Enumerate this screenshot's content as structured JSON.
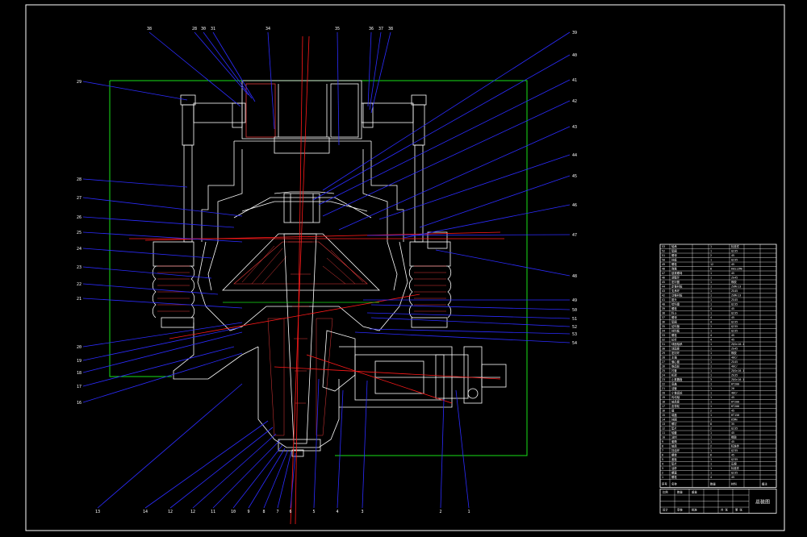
{
  "drawing": {
    "type": "cone crusher assembly drawing",
    "colors": {
      "background": "#000000",
      "frame": "#ffffff",
      "leader": "#2c2cff",
      "outline": "#ffffff",
      "center_line": "#ff1a1a",
      "boundary": "#18e018",
      "hatch": "#e23a3a"
    },
    "labels_top": [
      "38",
      "28",
      "30",
      "31",
      "34",
      "35",
      "36",
      "37",
      "38"
    ],
    "labels_left": [
      "29",
      "28",
      "27",
      "26",
      "25",
      "24",
      "23",
      "22",
      "21",
      "20",
      "19",
      "18",
      "17",
      "16"
    ],
    "labels_right": [
      "39",
      "40",
      "41",
      "42",
      "43",
      "44",
      "45",
      "46",
      "47",
      "48",
      "49",
      "50",
      "51",
      "52",
      "53",
      "54"
    ],
    "labels_bottom": [
      "13",
      "14",
      "12",
      "12",
      "11",
      "10",
      "9",
      "8",
      "7",
      "6",
      "5",
      "4",
      "3",
      "2",
      "1"
    ]
  },
  "parts_table": {
    "rows": [
      {
        "no": "53",
        "name": "轴承",
        "qty": "1",
        "material": "标准件"
      },
      {
        "no": "52",
        "name": "垫圈",
        "qty": "1",
        "material": "Q235"
      },
      {
        "no": "51",
        "name": "螺母",
        "qty": "2",
        "material": "45"
      },
      {
        "no": "50",
        "name": "挡板",
        "qty": "1",
        "material": "Q235"
      },
      {
        "no": "49",
        "name": "螺栓",
        "qty": "12",
        "material": "45"
      },
      {
        "no": "48",
        "name": "弹簧",
        "qty": "8",
        "material": "60Si2Mn"
      },
      {
        "no": "47",
        "name": "锁紧螺母",
        "qty": "1",
        "material": "45"
      },
      {
        "no": "46",
        "name": "调整环",
        "qty": "1",
        "material": "ZG45"
      },
      {
        "no": "45",
        "name": "密封圈",
        "qty": "1",
        "material": "橡胶"
      },
      {
        "no": "44",
        "name": "定锥衬板",
        "qty": "1",
        "material": "ZGMn13"
      },
      {
        "no": "43",
        "name": "支承环",
        "qty": "1",
        "material": "ZG45"
      },
      {
        "no": "42",
        "name": "动锥衬板",
        "qty": "1",
        "material": "ZGMn13"
      },
      {
        "no": "41",
        "name": "锥头",
        "qty": "1",
        "material": "ZG45"
      },
      {
        "no": "40",
        "name": "给料盘",
        "qty": "1",
        "material": "Q235"
      },
      {
        "no": "39",
        "name": "螺栓",
        "qty": "4",
        "material": "45"
      },
      {
        "no": "38",
        "name": "料斗",
        "qty": "1",
        "material": "Q235"
      },
      {
        "no": "37",
        "name": "螺母",
        "qty": "4",
        "material": "45"
      },
      {
        "no": "36",
        "name": "垫圈",
        "qty": "4",
        "material": "Q235"
      },
      {
        "no": "35",
        "name": "给料管",
        "qty": "1",
        "material": "Q235"
      },
      {
        "no": "34",
        "name": "挡料板",
        "qty": "1",
        "material": "Q235"
      },
      {
        "no": "33",
        "name": "螺栓",
        "qty": "4",
        "material": "45"
      },
      {
        "no": "32",
        "name": "拉杆",
        "qty": "4",
        "material": "45"
      },
      {
        "no": "31",
        "name": "球面轴承",
        "qty": "1",
        "material": "ZQSn10-1"
      },
      {
        "no": "30",
        "name": "球面座",
        "qty": "1",
        "material": "ZG45"
      },
      {
        "no": "29",
        "name": "密封环",
        "qty": "1",
        "material": "橡胶"
      },
      {
        "no": "28",
        "name": "主轴",
        "qty": "1",
        "material": "40Cr"
      },
      {
        "no": "27",
        "name": "偏心套",
        "qty": "1",
        "material": "ZG45"
      },
      {
        "no": "26",
        "name": "锥齿轮",
        "qty": "1",
        "material": "40Cr"
      },
      {
        "no": "25",
        "name": "衬套",
        "qty": "1",
        "material": "ZQSn10-1"
      },
      {
        "no": "24",
        "name": "机架",
        "qty": "1",
        "material": "ZG35"
      },
      {
        "no": "23",
        "name": "止推圆盘",
        "qty": "3",
        "material": "ZQSn10-1"
      },
      {
        "no": "22",
        "name": "底盖",
        "qty": "1",
        "material": "HT200"
      },
      {
        "no": "21",
        "name": "油管",
        "qty": "1",
        "material": "20"
      },
      {
        "no": "20",
        "name": "小锥齿轮",
        "qty": "1",
        "material": "40Cr"
      },
      {
        "no": "19",
        "name": "传动轴",
        "qty": "1",
        "material": "45"
      },
      {
        "no": "18",
        "name": "轴承座",
        "qty": "1",
        "material": "HT200"
      },
      {
        "no": "17",
        "name": "皮带轮",
        "qty": "1",
        "material": "HT200"
      },
      {
        "no": "16",
        "name": "键",
        "qty": "2",
        "material": "45"
      },
      {
        "no": "15",
        "name": "端盖",
        "qty": "1",
        "material": "HT150"
      },
      {
        "no": "14",
        "name": "挡圈",
        "qty": "1",
        "material": "65Mn"
      },
      {
        "no": "13",
        "name": "螺钉",
        "qty": "8",
        "material": "35"
      },
      {
        "no": "12",
        "name": "垫片",
        "qty": "2",
        "material": "Q235"
      },
      {
        "no": "11",
        "name": "轴套",
        "qty": "1",
        "material": "45"
      },
      {
        "no": "10",
        "name": "油封",
        "qty": "1",
        "material": "橡胶"
      },
      {
        "no": "9",
        "name": "套筒",
        "qty": "1",
        "material": "45"
      },
      {
        "no": "8",
        "name": "轴承",
        "qty": "2",
        "material": "标准件"
      },
      {
        "no": "7",
        "name": "挡油环",
        "qty": "1",
        "material": "Q235"
      },
      {
        "no": "6",
        "name": "螺栓",
        "qty": "6",
        "material": "45"
      },
      {
        "no": "5",
        "name": "盖板",
        "qty": "1",
        "material": "Q235"
      },
      {
        "no": "4",
        "name": "垫片",
        "qty": "1",
        "material": "石棉"
      },
      {
        "no": "3",
        "name": "油杯",
        "qty": "1",
        "material": "标准件"
      },
      {
        "no": "2",
        "name": "螺塞",
        "qty": "1",
        "material": "Q235"
      },
      {
        "no": "1",
        "name": "螺栓",
        "qty": "4",
        "material": "45"
      }
    ],
    "header": {
      "no": "序号",
      "name": "名称",
      "qty": "数量",
      "material": "材料",
      "note": "备注"
    },
    "title_block": {
      "title": "总装图",
      "cells": [
        "比例",
        "数量",
        "重量",
        "设计",
        "审核",
        "批准",
        "共 张",
        "第 张"
      ]
    }
  }
}
